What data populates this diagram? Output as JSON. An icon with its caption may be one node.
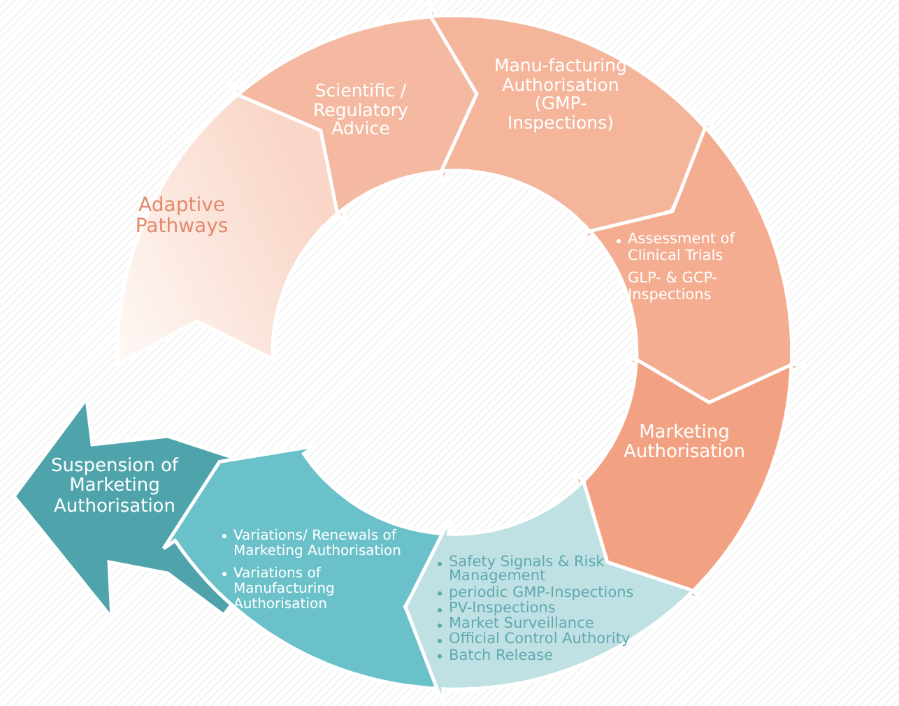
{
  "diagram": {
    "nodes": [
      {
        "text": [
          "Adaptive Pathways"
        ]
      },
      {
        "text": [
          "Scientific / Regulatory Advice"
        ]
      },
      {
        "text": [
          "Manu-facturing Authorisation (GMP-Inspections)"
        ]
      },
      {
        "text": [
          "Assessment of Clinical Trials",
          "GLP- & GCP-Inspections"
        ]
      },
      {
        "text": [
          "Marketing Authorisation"
        ]
      },
      {
        "text": [
          "Safety Signals & Risk Management",
          "periodic GMP-Inspections",
          "PV-Inspections",
          "Market Surveillance",
          "Official Control Authority",
          "Batch Release"
        ]
      },
      {
        "text": [
          "Variations/ Renewals of Marketing Authorisation",
          "Variations of Manufacturing Authorisation"
        ]
      },
      {
        "text": [
          "Suspension of Marketing Authorisation"
        ]
      }
    ]
  }
}
